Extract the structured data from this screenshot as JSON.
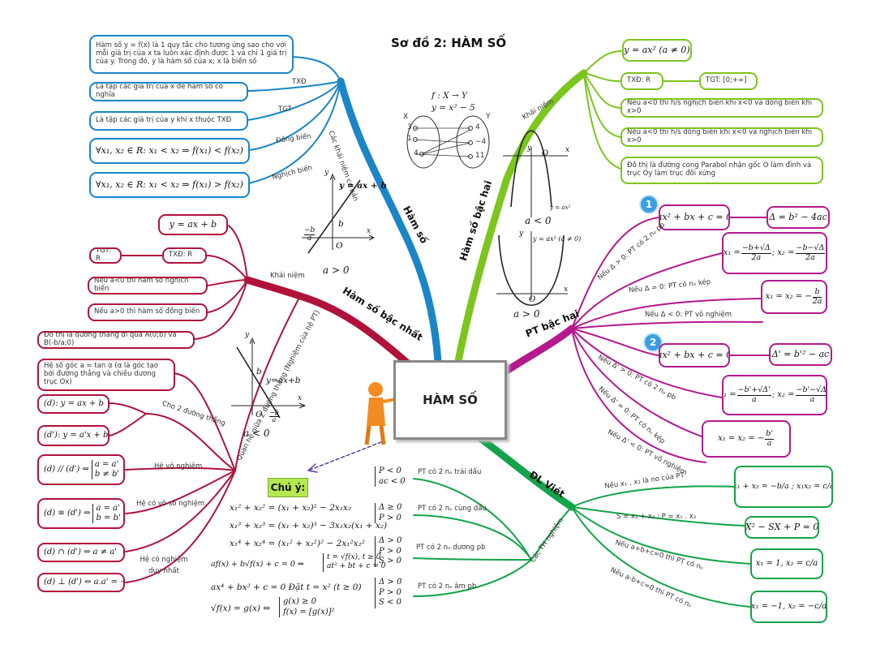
{
  "title": "Sơ đồ 2: HÀM SỐ",
  "center": "HÀM SỐ",
  "colors": {
    "blue": "#1a85c7",
    "red": "#b0123a",
    "magenta": "#b5198c",
    "lightgreen": "#7cc51d",
    "green": "#14a34a",
    "note_bg": "#b6e84f"
  },
  "branches": {
    "ham_so": "Hàm số",
    "bac_nhat": "Hàm số bậc nhất",
    "bac_hai": "Hàm số bậc hai",
    "pt_bac_hai": "PT bậc hai",
    "dl_viet": "ĐL Viét"
  },
  "ham_so": {
    "sub": "Các khái niệm cơ bản",
    "def": "Hàm số y = f(x) là 1 quy tắc cho tương ứng sao cho với mỗi giá trị của x ta luôn xác định được 1 và chỉ 1 giá trị của y. Trong đó, y là hàm số của x; x là biến số",
    "txd_label": "TXĐ",
    "txd": "Là tập các giá trị của x để hàm số có nghĩa",
    "tgt_label": "TGT",
    "tgt": "Là tập các giá trị của y khi x thuộc TXĐ",
    "dong_bien_label": "Đồng biến",
    "dong_bien": "∀x₁, x₂ ∈ R: x₁ < x₂ ⇒ f(x₁) < f(x₂)",
    "nghich_bien_label": "Nghịch biến",
    "nghich_bien": "∀x₁, x₂ ∈ R: x₁ < x₂ ⇒ f(x₁) > f(x₂)",
    "map_f": "f : X → Y",
    "map_y": "y = x² − 5",
    "map_X": "X",
    "map_Y": "Y",
    "map_left": [
      "3",
      "1",
      "4"
    ],
    "map_right": [
      "4",
      "−4",
      "11"
    ]
  },
  "bac_nhat": {
    "concept": "Khái niệm",
    "y": "y = ax + b",
    "tgt": "TGT: R",
    "txd": "TXĐ: R",
    "neg": "Nếu a<0 thì hàm số nghịch biến",
    "pos": "Nếu a>0 thì hàm số đồng biến",
    "line": "Đồ thị là đường thẳng đi qua A(0;b) và B(-b/a;0)",
    "slope": "Hệ số góc a = tan α (α là góc tạo bởi đường thẳng và chiều dương trục Ox)",
    "rel": "Quan hệ giữa 2 đường thẳng (Nghiệm của hệ PT)",
    "two_lines": "Cho 2 đường thẳng",
    "d": "(d): y = ax + b",
    "d2": "(d'): y = a'x + b'",
    "vo_nghiem": "Hệ vô nghiệm",
    "vo_so": "Hệ có vô số nghiệm",
    "co_nghiem": "Hệ có nghiệm duy nhất",
    "parallel_l": "(d) // (d') ⇔",
    "parallel_r": [
      "a = a'",
      "b ≠ b'"
    ],
    "coinc_l": "(d) ≡ (d') ⇔",
    "coinc_r": [
      "a = a'",
      "b = b'"
    ],
    "intersect": "(d) ∩ (d') ⇔ a ≠ a'",
    "perp": "(d) ⊥ (d') ⇔ a.a' = −1",
    "g1_eq": "y = ax + b",
    "g1_b": "b",
    "g1_frac_n": "−b",
    "g1_frac_d": "a",
    "g1_O": "O",
    "g1_x": "x",
    "g1_y": "y",
    "g1_cond": "a > 0",
    "g2_eq": "y=ax+b",
    "g2_b": "b",
    "g2_O": "O",
    "g2_x": "x",
    "g2_y": "y",
    "g2_frac_n": "−b",
    "g2_frac_d": "a",
    "g2_cond": "a < 0"
  },
  "bac_hai": {
    "concept": "Khái niệm",
    "y": "y = ax² (a ≠ 0)",
    "txd": "TXĐ: R",
    "tgt": "TGT: [0;+∞]",
    "rule1": "Nếu a<0 thì h/s nghịch biến khi x<0 và đồng biến khi x>0",
    "rule2": "Nếu a<0 thì h/s đồng biến khi x<0 và nghịch biến khi x>0",
    "graph": "Đồ thị là đường cong Parabol nhận gốc O làm đỉnh và trục Oy làm trục đối xứng",
    "p1_y": "y",
    "p1_O": "O",
    "p1_x": "x",
    "p1_eq": "y = ax²",
    "p1_cond": "a < 0",
    "p2_y": "y",
    "p2_O": "O",
    "p2_x": "x",
    "p2_eq": "y = ax² (a ≠ 0)",
    "p2_cond": "a > 0"
  },
  "pt_bac_hai": {
    "b1": "1",
    "b2": "2",
    "eq1": "ax² + bx + c = 0",
    "delta1": "Δ = b² − 4ac",
    "c1": "Nếu Δ > 0: PT có 2 nₒ pb",
    "c2": "Nếu Δ = 0: PT có nₒ kép",
    "c3": "Nếu Δ < 0: PT vô nghiệm",
    "eq2": "ax² + bx + c = 0",
    "delta2": "Δ' = b'² − ac",
    "c4": "Nếu Δ' > 0: PT có 2 nₒ pb",
    "c5": "Nếu Δ' = 0: PT có nₒ kép",
    "c6": "Nếu Δ' < 0: PT vô nghiệm",
    "r1a_n": "−b+√Δ",
    "r1b_n": "−b−√Δ",
    "r1_d": "2a",
    "r2_n": "b",
    "r2_d": "2a",
    "r3a_n": "−b'+√Δ'",
    "r3b_n": "−b'−√Δ'",
    "r3_d": "a",
    "r4_n": "b'",
    "r4_d": "a"
  },
  "note": "Chú ý:",
  "formulas": [
    "x₁² + x₂² = (x₁ + x₂)² − 2x₁x₂",
    "x₁³ + x₂³ = (x₁ + x₂)³ − 3x₁x₂(x₁ + x₂)",
    "x₁⁴ + x₂⁴ = (x₁² + x₂²)² − 2x₁²x₂²",
    "af(x) + b√f(x) + c = 0 ⇔",
    "ax⁴ + bx² + c = 0   Đặt  t = x² (t ≥ 0)",
    "√f(x) = g(x) ⇔"
  ],
  "formula_sys1": [
    "t = √f(x), t ≥ 0",
    "at² + bt + c = 0"
  ],
  "formula_sys2": [
    "g(x) ≥ 0",
    "f(x) = [g(x)]²"
  ],
  "th_nghiem": {
    "label": "Các TH nghiệm",
    "s1": [
      "P < 0",
      "ac < 0"
    ],
    "t1": "PT có 2 nₒ trái dấu",
    "s2": [
      "Δ ≥ 0",
      "P > 0"
    ],
    "t2": "PT có 2 nₒ cùng dấu",
    "s3": [
      "Δ > 0",
      "P > 0",
      "S > 0"
    ],
    "t3": "PT có 2 nₒ dương pb",
    "s4": [
      "Δ > 0",
      "P > 0",
      "S < 0"
    ],
    "t4": "PT có 2 nₒ âm pb"
  },
  "viet": {
    "l1": "Nếu x₁ , x₂ là no của PT",
    "l2": "S = x₁ + x₂ ; P = x₁ . x₂",
    "l3": "Nếu a+b+c=0 thì PT có nₒ",
    "l4": "Nếu a-b+c=0 thì PT có nₒ",
    "r1": "x₁ + x₂ = −b/a ;  x₁x₂ = c/a",
    "r2": "X² − SX + P = 0",
    "r3": "x₁ = 1, x₂ = c/a",
    "r4": "x₁ = −1, x₂ = −c/a"
  }
}
